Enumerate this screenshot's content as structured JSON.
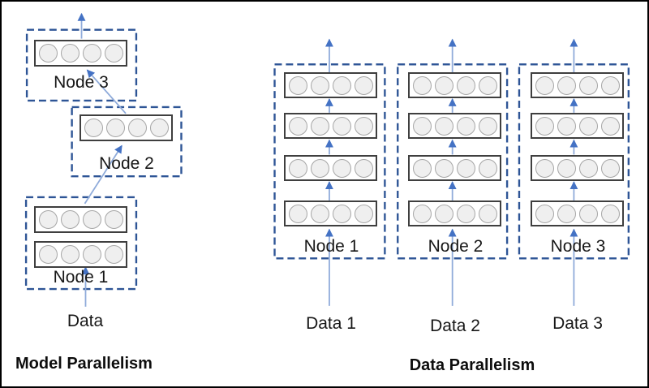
{
  "structure": {
    "neurons_per_layer": 4,
    "left_node_layer_counts": [
      2,
      1,
      1
    ],
    "right_layers_per_node": 4
  },
  "colors": {
    "dashed_node_border": "#2e5596",
    "arrow_line": "#8fabda",
    "arrow_head": "#4472c4",
    "layer_border": "#3f3f3f",
    "neuron_fill": "#efefef",
    "neuron_border": "#a6a6a6",
    "text": "#171717",
    "outer_border": "#000000",
    "background": "#ffffff"
  },
  "left": {
    "title": "Model Parallelism",
    "data_label": "Data",
    "nodes": [
      {
        "label": "Node 1"
      },
      {
        "label": "Node 2"
      },
      {
        "label": "Node 3"
      }
    ]
  },
  "right": {
    "title": "Data Parallelism",
    "columns": [
      {
        "node_label": "Node 1",
        "data_label": "Data 1"
      },
      {
        "node_label": "Node 2",
        "data_label": "Data 2"
      },
      {
        "node_label": "Node 3",
        "data_label": "Data 3"
      }
    ]
  }
}
